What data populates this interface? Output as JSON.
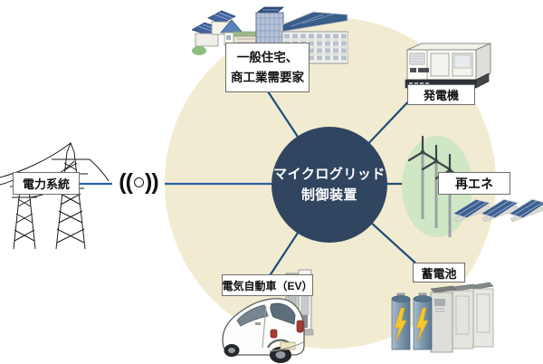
{
  "hub": {
    "line1": "マイクログリッド",
    "line2": "制御装置"
  },
  "nodes": {
    "grid": {
      "label": "電力系統"
    },
    "consumers": {
      "line1": "一般住宅、",
      "line2": "商工業需要家"
    },
    "generator": {
      "label": "発電機"
    },
    "renewables": {
      "label": "再エネ"
    },
    "battery": {
      "label": "蓄電池"
    },
    "ev": {
      "label": "電気自動車（EV）"
    }
  },
  "breaker": {
    "glyph": "((○))"
  },
  "colors": {
    "zone_fill": "#f1ebd1",
    "hub_fill": "#30455f",
    "hub_text": "#ffffff",
    "connector": "#1f4e79",
    "grid_connector": "#2a5fa8",
    "label_border": "#6f6f6f",
    "renewable_halo": "#cfe7c4",
    "solar_panel": "#3c5f92",
    "battery_bolt": "#f6c62f"
  }
}
